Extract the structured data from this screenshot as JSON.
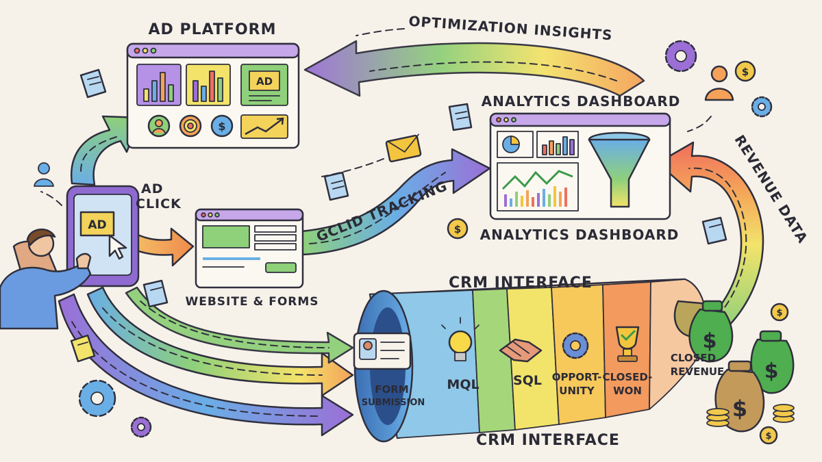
{
  "labels": {
    "ad_platform": "AD PLATFORM",
    "optimization_insights": "OPTIMIZATION INSIGHTS",
    "analytics_dashboard_top": "ANALYTICS DASHBOARD",
    "analytics_dashboard_bottom": "ANALYTICS DASHBOARD",
    "ad_click_line1": "AD",
    "ad_click_line2": "CLICK",
    "gclid_tracking": "GCLID TRACKING",
    "website_forms": "WEBSITE & FORMS",
    "revenue_data": "REVENUE DATA",
    "crm_interface_top": "CRM INTERFACE",
    "crm_interface_bottom": "CRM INTERFACE",
    "phone_ad": "AD",
    "platform_ad_tile": "AD"
  },
  "funnel_stages": [
    {
      "line1": "FORM",
      "line2": "SUBMISSION",
      "color": "#8fc8e8",
      "icon": "id-card-icon"
    },
    {
      "line1": "MQL",
      "line2": "",
      "color": "#a6d67a",
      "icon": "lightbulb-icon"
    },
    {
      "line1": "SQL",
      "line2": "",
      "color": "#f2e46a",
      "icon": "handshake-icon"
    },
    {
      "line1": "OPPORT-",
      "line2": "UNITY",
      "color": "#f7c85a",
      "icon": "gear-icon"
    },
    {
      "line1": "CLOSED-",
      "line2": "WON",
      "color": "#f39a5e",
      "icon": "trophy-icon"
    },
    {
      "line1": "CLOSED",
      "line2": "REVENUE",
      "color": "#f6c8a0",
      "icon": "money-bag-icon"
    }
  ],
  "colors": {
    "background": "#f6f2ea",
    "purple": "#9b6fd6",
    "blue": "#6aaee6",
    "green": "#8fd07a",
    "yellow": "#f3e36a",
    "orange": "#f4a259",
    "red": "#ef6f5e",
    "ink": "#2f2f3c",
    "coin": "#f2c94c"
  },
  "icons": [
    "dollar-coin-icon",
    "gear-icon",
    "person-icon",
    "envelope-icon",
    "document-icon",
    "money-bag-icon",
    "funnel-icon",
    "cursor-icon"
  ]
}
